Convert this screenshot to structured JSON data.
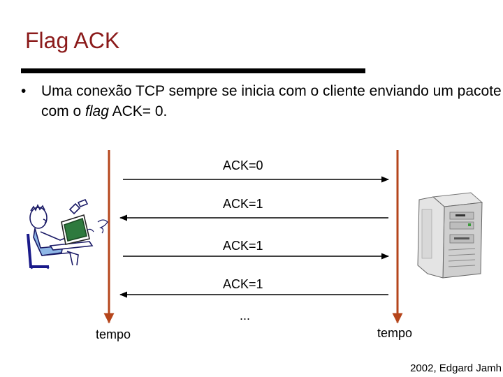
{
  "slide": {
    "title": "Flag ACK",
    "bullet_marker": "•",
    "bullet_text_1": "Uma conexão TCP sempre se inicia com o cliente enviando um pacote com o ",
    "bullet_flag": "flag",
    "bullet_text_2": " ACK= 0.",
    "footer": "2002, Edgard Jamh"
  },
  "diagram": {
    "messages": [
      {
        "label": "ACK=0",
        "direction": "right"
      },
      {
        "label": "ACK=1",
        "direction": "left"
      },
      {
        "label": "ACK=1",
        "direction": "right"
      },
      {
        "label": "ACK=1",
        "direction": "left"
      }
    ],
    "ellipsis": "...",
    "time_left": "tempo",
    "time_right": "tempo",
    "timeline_color": "#b5451b",
    "client_icon": "person-at-computer-icon",
    "server_icon": "server-tower-icon"
  }
}
